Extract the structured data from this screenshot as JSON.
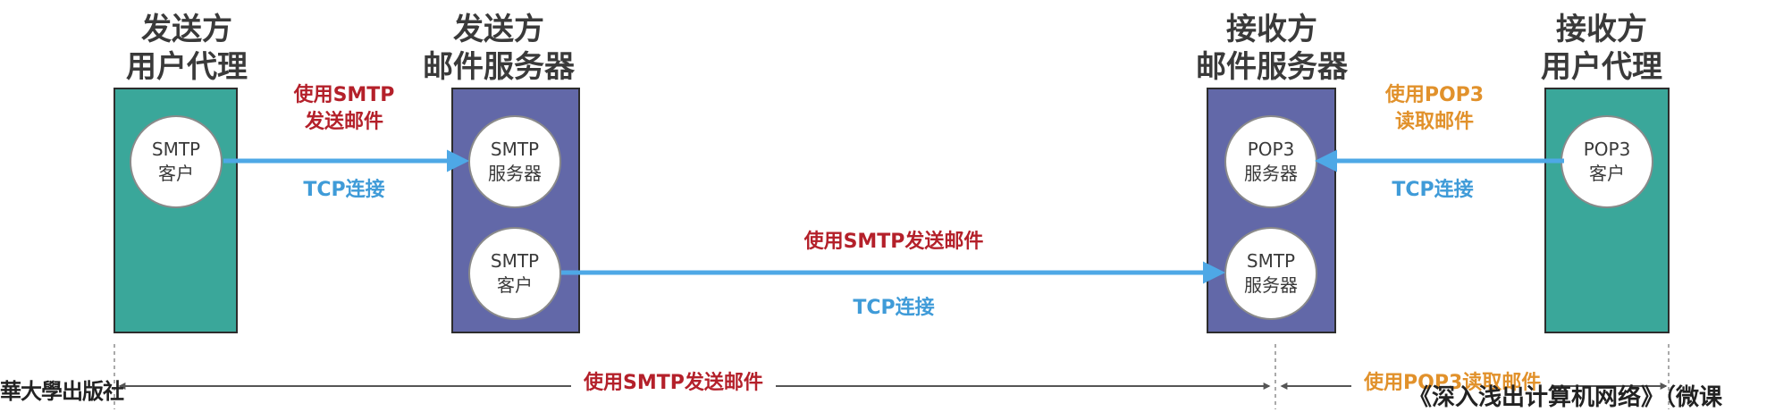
{
  "titles": {
    "sender_ua": "发送方\n用户代理",
    "sender_server": "发送方\n邮件服务器",
    "receiver_server": "接收方\n邮件服务器",
    "receiver_ua": "接收方\n用户代理"
  },
  "nodes": {
    "sender_ua_client": {
      "line1": "SMTP",
      "line2": "客户"
    },
    "sender_server_smtp_server": {
      "line1": "SMTP",
      "line2": "服务器"
    },
    "sender_server_smtp_client": {
      "line1": "SMTP",
      "line2": "客户"
    },
    "receiver_server_pop3_server": {
      "line1": "POP3",
      "line2": "服务器"
    },
    "receiver_server_smtp_server": {
      "line1": "SMTP",
      "line2": "服务器"
    },
    "receiver_ua_pop3_client": {
      "line1": "POP3",
      "line2": "客户"
    }
  },
  "arrows": {
    "ua_to_server_top": "使用SMTP\n发送邮件",
    "ua_to_server_bottom": "TCP连接",
    "server_to_server_top": "使用SMTP发送邮件",
    "server_to_server_bottom": "TCP连接",
    "pop3_top": "使用POP3\n读取邮件",
    "pop3_bottom": "TCP连接"
  },
  "bottom": {
    "smtp_span": "使用SMTP发送邮件",
    "pop3_span": "使用POP3读取邮件"
  },
  "footer": {
    "publisher": "華大學出版社",
    "book": "《深入浅出计算机网络》（微课"
  },
  "colors": {
    "green": "#3aa79a",
    "purple": "#6268a8",
    "arrow_blue": "#4ea8e6",
    "red": "#b4202a",
    "orange": "#e1912b",
    "blue_text": "#3f9bd8"
  }
}
